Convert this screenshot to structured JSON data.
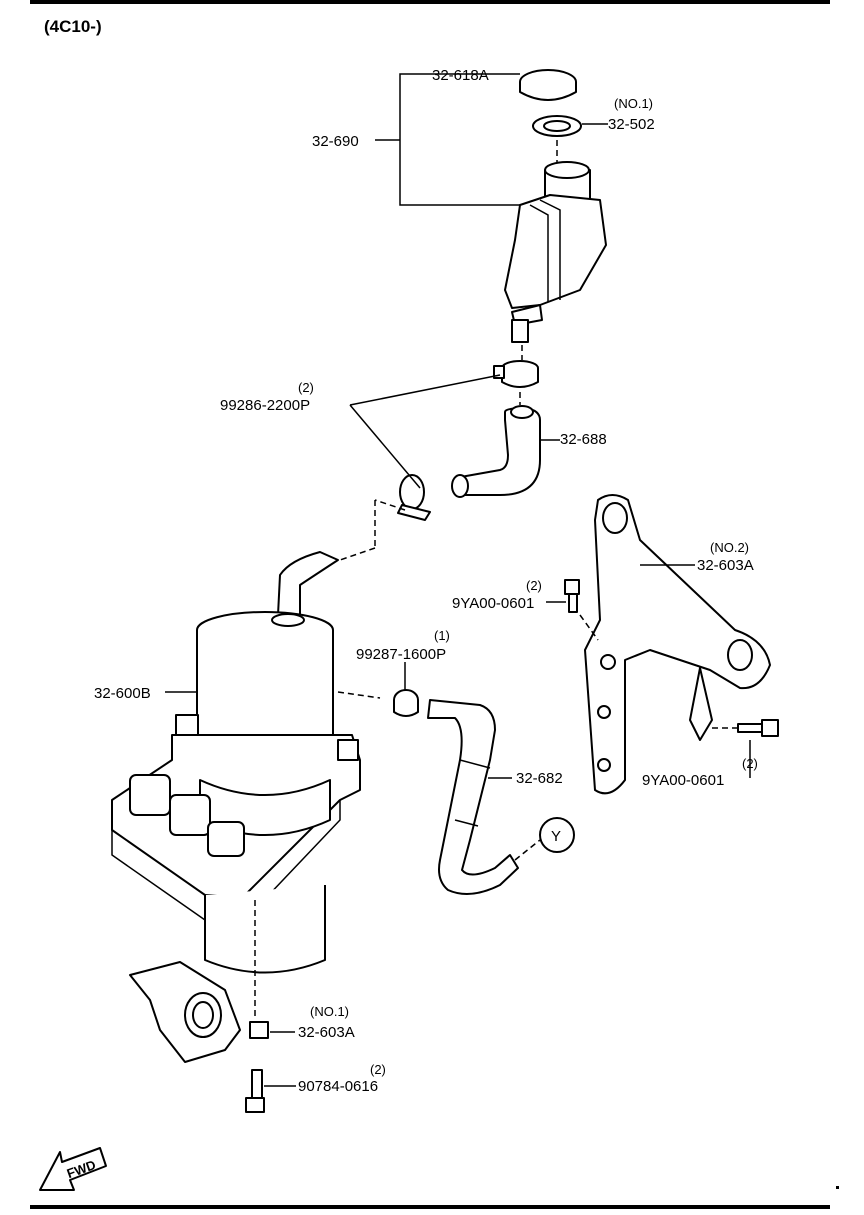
{
  "header": {
    "code": "(4C10-)"
  },
  "callouts": {
    "cap": "32-618A",
    "reservoir_assy": "32-690",
    "seal_qty": "(NO.1)",
    "seal": "32-502",
    "clamp_qty": "(2)",
    "clamp": "99286-2200P",
    "hose_upper": "32-688",
    "bracket_no2_qty": "(NO.2)",
    "bracket_no2": "32-603A",
    "bolt_qty_a": "(2)",
    "bolt_a": "9YA00-0601",
    "clamp2_qty": "(1)",
    "clamp2": "99287-1600P",
    "pump": "32-600B",
    "hose_lower": "32-682",
    "bolt_qty_b": "(2)",
    "bolt_b": "9YA00-0601",
    "ref_circle": "Y",
    "bracket_no1_qty": "(NO.1)",
    "bracket_no1": "32-603A",
    "bolt_qty_c": "(2)",
    "bolt_c": "90784-0616"
  },
  "fwd_arrow": {
    "label": "FWD",
    "icon": "fwd-arrow-icon"
  }
}
